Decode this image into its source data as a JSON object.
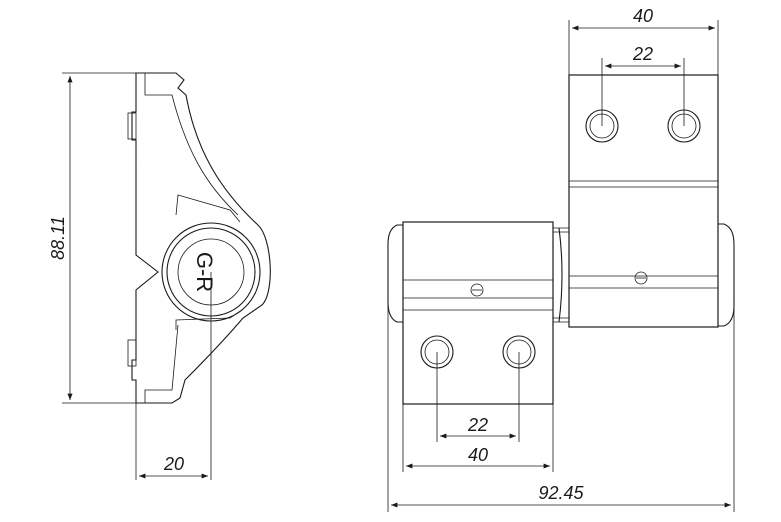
{
  "dimensions": {
    "height": "88.11",
    "side_width": "20",
    "top_outer": "40",
    "top_holes": "22",
    "bottom_holes": "22",
    "bottom_outer": "40",
    "overall_width": "92.45"
  },
  "logo": "G-R"
}
